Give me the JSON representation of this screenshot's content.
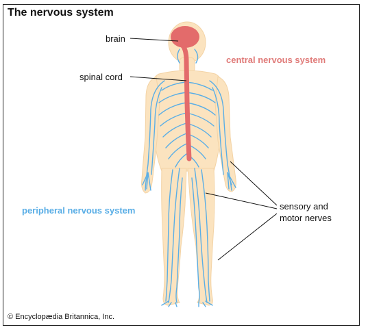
{
  "title": "The nervous system",
  "labels": {
    "brain": "brain",
    "spinal_cord": "spinal cord",
    "central": "central nervous system",
    "peripheral": "peripheral nervous system",
    "nerves_line1": "sensory and",
    "nerves_line2": "motor nerves"
  },
  "copyright": "© Encyclopædia Britannica, Inc.",
  "colors": {
    "skin": "#fbe3bf",
    "nerve": "#5aaee6",
    "cns": "#e36b6b",
    "cns_label": "#e07a78",
    "pns_label": "#5aaee6"
  }
}
